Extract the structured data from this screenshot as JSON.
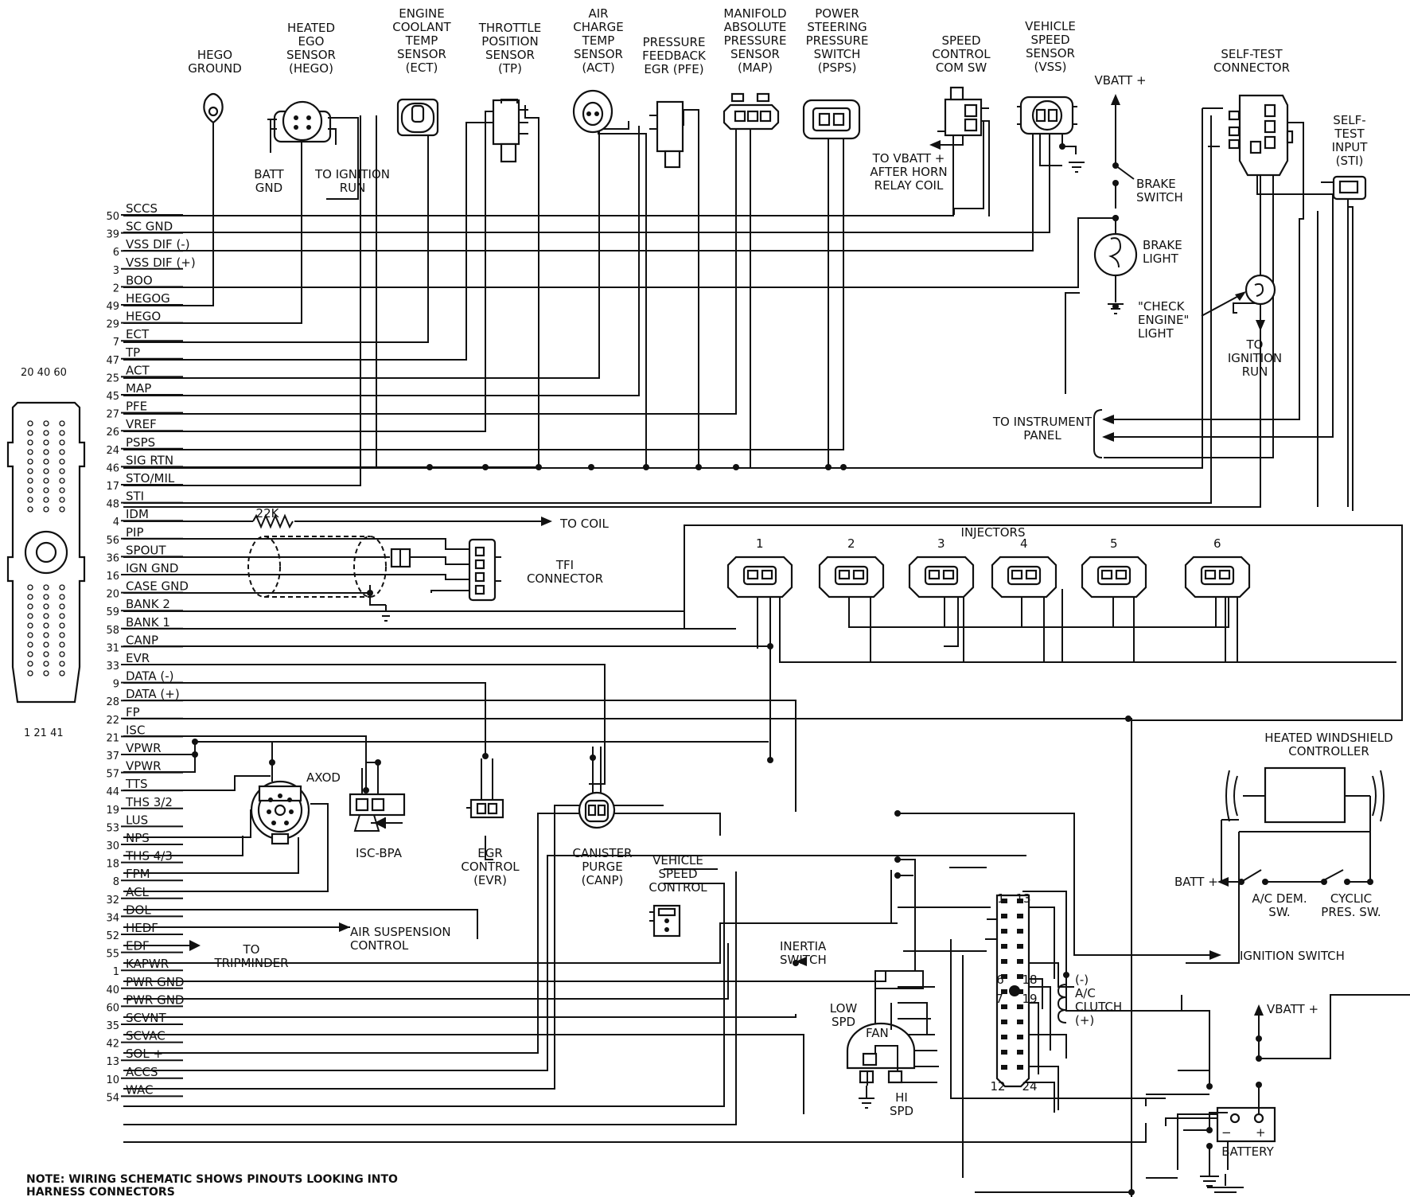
{
  "diagram": {
    "ecu_pins_top": "20 40 60",
    "ecu_pins_bottom": "1  21  41",
    "pins": [
      {
        "num": "50",
        "sig": "SCCS"
      },
      {
        "num": "39",
        "sig": "SC GND"
      },
      {
        "num": "6",
        "sig": "VSS DIF (-)"
      },
      {
        "num": "3",
        "sig": "VSS DIF (+)"
      },
      {
        "num": "2",
        "sig": "BOO"
      },
      {
        "num": "49",
        "sig": "HEGOG"
      },
      {
        "num": "29",
        "sig": "HEGO"
      },
      {
        "num": "7",
        "sig": "ECT"
      },
      {
        "num": "47",
        "sig": "TP"
      },
      {
        "num": "25",
        "sig": "ACT"
      },
      {
        "num": "45",
        "sig": "MAP"
      },
      {
        "num": "27",
        "sig": "PFE"
      },
      {
        "num": "26",
        "sig": "VREF"
      },
      {
        "num": "24",
        "sig": "PSPS"
      },
      {
        "num": "46",
        "sig": "SIG RTN"
      },
      {
        "num": "17",
        "sig": "STO/MIL"
      },
      {
        "num": "48",
        "sig": "STI"
      },
      {
        "num": "4",
        "sig": "IDM"
      },
      {
        "num": "56",
        "sig": "PIP"
      },
      {
        "num": "36",
        "sig": "SPOUT"
      },
      {
        "num": "16",
        "sig": "IGN GND"
      },
      {
        "num": "20",
        "sig": "CASE GND"
      },
      {
        "num": "59",
        "sig": "BANK 2"
      },
      {
        "num": "58",
        "sig": "BANK 1"
      },
      {
        "num": "31",
        "sig": "CANP"
      },
      {
        "num": "33",
        "sig": "EVR"
      },
      {
        "num": "9",
        "sig": "DATA (-)"
      },
      {
        "num": "28",
        "sig": "DATA (+)"
      },
      {
        "num": "22",
        "sig": "FP"
      },
      {
        "num": "21",
        "sig": "ISC"
      },
      {
        "num": "37",
        "sig": "VPWR"
      },
      {
        "num": "57",
        "sig": "VPWR"
      },
      {
        "num": "44",
        "sig": "TTS"
      },
      {
        "num": "19",
        "sig": "THS 3/2"
      },
      {
        "num": "53",
        "sig": "LUS"
      },
      {
        "num": "30",
        "sig": "NPS"
      },
      {
        "num": "18",
        "sig": "THS 4/3"
      },
      {
        "num": "8",
        "sig": "FPM"
      },
      {
        "num": "32",
        "sig": "ACL"
      },
      {
        "num": "34",
        "sig": "DOL"
      },
      {
        "num": "52",
        "sig": "HEDF"
      },
      {
        "num": "55",
        "sig": "EDF"
      },
      {
        "num": "1",
        "sig": "KAPWR"
      },
      {
        "num": "40",
        "sig": "PWR GND"
      },
      {
        "num": "60",
        "sig": "PWR GND"
      },
      {
        "num": "35",
        "sig": "SCVNT"
      },
      {
        "num": "42",
        "sig": "SCVAC"
      },
      {
        "num": "13",
        "sig": "SOL +"
      },
      {
        "num": "10",
        "sig": "ACCS"
      },
      {
        "num": "54",
        "sig": "WAC"
      }
    ],
    "labels": {
      "hego_ground": [
        "HEGO",
        "GROUND"
      ],
      "hego_sensor": [
        "HEATED",
        "EGO",
        "SENSOR",
        "(HEGO)"
      ],
      "ect": [
        "ENGINE",
        "COOLANT",
        "TEMP",
        "SENSOR",
        "(ECT)"
      ],
      "tp": [
        "THROTTLE",
        "POSITION",
        "SENSOR",
        "(TP)"
      ],
      "act": [
        "AIR",
        "CHARGE",
        "TEMP",
        "SENSOR",
        "(ACT)"
      ],
      "pfe": [
        "PRESSURE",
        "FEEDBACK",
        "EGR (PFE)"
      ],
      "map": [
        "MANIFOLD",
        "ABSOLUTE",
        "PRESSURE",
        "SENSOR",
        "(MAP)"
      ],
      "psps": [
        "POWER",
        "STEERING",
        "PRESSURE",
        "SWITCH",
        "(PSPS)"
      ],
      "sc_com": [
        "SPEED",
        "CONTROL",
        "COM SW"
      ],
      "vss": [
        "VEHICLE",
        "SPEED",
        "SENSOR",
        "(VSS)"
      ],
      "vbatt_top": "VBATT +",
      "self_test": [
        "SELF-TEST",
        "CONNECTOR"
      ],
      "sti": [
        "SELF-",
        "TEST",
        "INPUT",
        "(STI)"
      ],
      "batt_gnd": [
        "BATT",
        "GND"
      ],
      "to_ign_run": [
        "TO IGNITION",
        "RUN"
      ],
      "to_vbatt_horn": [
        "TO VBATT +",
        "AFTER HORN",
        "RELAY COIL"
      ],
      "brake_switch": [
        "BRAKE",
        "SWITCH"
      ],
      "brake_light": [
        "BRAKE",
        "LIGHT"
      ],
      "check_engine": [
        "\"CHECK",
        "ENGINE\"",
        "LIGHT"
      ],
      "to_ign_run2": [
        "TO",
        "IGNITION",
        "RUN"
      ],
      "to_instrument": [
        "TO INSTRUMENT",
        "PANEL"
      ],
      "res_22k": "22K",
      "to_coil": "TO COIL",
      "tfi": [
        "TFI",
        "CONNECTOR"
      ],
      "injectors": "INJECTORS",
      "inj_nums": [
        "1",
        "2",
        "3",
        "4",
        "5",
        "6"
      ],
      "axod": "AXOD",
      "isc_bpa": "ISC-BPA",
      "egr_control": [
        "EGR",
        "CONTROL",
        "(EVR)"
      ],
      "canister": [
        "CANISTER",
        "PURGE",
        "(CANP)"
      ],
      "vsc": [
        "VEHICLE",
        "SPEED",
        "CONTROL"
      ],
      "air_susp": [
        "AIR SUSPENSION",
        "CONTROL"
      ],
      "tripminder": [
        "TO",
        "TRIPMINDER"
      ],
      "inertia": [
        "INERTIA",
        "SWITCH"
      ],
      "low_spd": [
        "LOW",
        "SPD"
      ],
      "fan": "FAN",
      "hi_spd": [
        "HI",
        "SPD"
      ],
      "conn_pins": {
        "p1": "1",
        "p13": "13",
        "p6": "6",
        "p18": "18",
        "p7": "7",
        "p19": "19",
        "p12": "12",
        "p24": "24"
      },
      "ac_clutch": [
        "(-)",
        "A/C",
        "CLUTCH",
        "(+)"
      ],
      "hw_controller": [
        "HEATED WINDSHIELD",
        "CONTROLLER"
      ],
      "batt_plus": "BATT +",
      "ac_dem": [
        "A/C DEM.",
        "SW."
      ],
      "cyclic": [
        "CYCLIC",
        "PRES. SW."
      ],
      "ign_switch": "IGNITION SWITCH",
      "vbatt_bot": "VBATT +",
      "battery": "BATTERY",
      "batt_minus_sign": "−",
      "batt_plus_sign": "+",
      "note": [
        "NOTE: WIRING SCHEMATIC SHOWS PINOUTS LOOKING INTO",
        "HARNESS CONNECTORS"
      ]
    }
  }
}
